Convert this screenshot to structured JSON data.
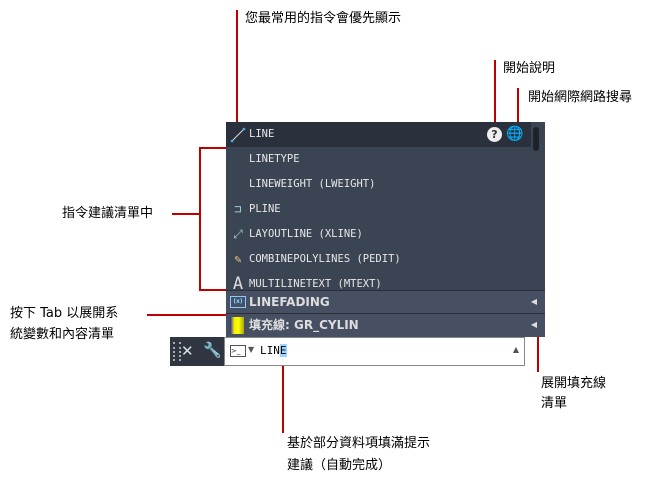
{
  "annotations": {
    "priority": "您最常用的指令會優先顯示",
    "help": "開始說明",
    "search": "開始網際網路搜尋",
    "suggestions": "指令建議清單中",
    "tab_line1": "按下 Tab 以展開系",
    "tab_line2": "統變數和內容清單",
    "expand_line1": "展開填充線",
    "expand_line2": "清單",
    "autocomplete_line1": "基於部分資料項填滿提示",
    "autocomplete_line2": "建議（自動完成）"
  },
  "suggestions": [
    {
      "label": "LINE",
      "icon": "line-icon"
    },
    {
      "label": "LINETYPE",
      "icon": ""
    },
    {
      "label": "LINEWEIGHT (LWEIGHT)",
      "icon": ""
    },
    {
      "label": "PLINE",
      "icon": "polyline-icon"
    },
    {
      "label": "LAYOUTLINE (XLINE)",
      "icon": "xline-icon"
    },
    {
      "label": "COMBINEPOLYLINES (PEDIT)",
      "icon": "pedit-icon"
    },
    {
      "label": "MULTILINETEXT (MTEXT)",
      "icon": "mtext-icon"
    }
  ],
  "system_items": [
    {
      "label": "LINEFADING",
      "icon": "sysvar-icon"
    },
    {
      "label": "填充線: GR_CYLIN",
      "icon": "gradient-hatch-icon"
    }
  ],
  "command_input": {
    "typed": "LIN",
    "autocomplete": "E"
  }
}
